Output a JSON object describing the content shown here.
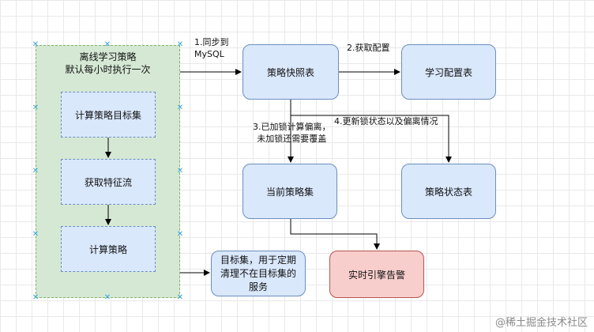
{
  "group": {
    "title_line1": "离线学习策略",
    "title_line2": "默认每小时执行一次",
    "steps": [
      "计算策略目标集",
      "获取特征流",
      "计算策略"
    ]
  },
  "nodes": {
    "snapshot": "策略快照表",
    "config": "学习配置表",
    "current": "当前策略集",
    "status": "策略状态表",
    "alert": "实时引擎告警",
    "target": "目标集，用于定期清理不在目标集的服务"
  },
  "edges": {
    "sync_line1": "1.同步到",
    "sync_line2": "MySQL",
    "fetch_config": "2.获取配置",
    "lock_line1": "3.已加锁计算偏离，",
    "lock_line2": "未加锁还需要覆盖",
    "update_status": "4.更新锁状态以及偏离情况"
  },
  "watermark": "@稀土掘金技术社区",
  "colors": {
    "group_fill": "#d5e8d4",
    "node_fill": "#dae8fc",
    "alert_fill": "#f8cecc"
  }
}
